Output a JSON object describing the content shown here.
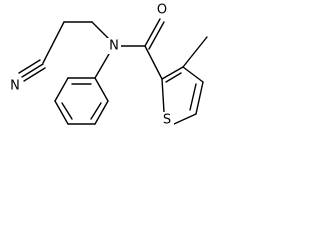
{
  "molecule": {
    "atoms": {
      "nitrogen_nitrile": "N",
      "nitrogen_amide": "N",
      "oxygen_carbonyl": "O",
      "sulfur_thiophene": "S"
    }
  }
}
